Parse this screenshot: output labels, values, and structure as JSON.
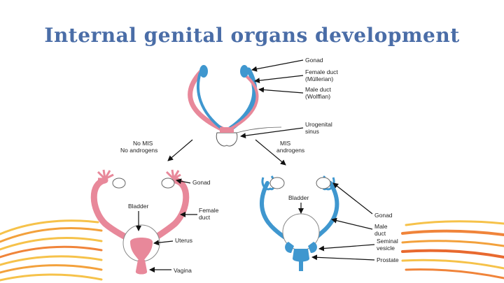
{
  "title": "Internal genital organs development",
  "colors": {
    "female": "#e8889a",
    "male": "#3f97cf",
    "title": "#4a6da7",
    "label": "#222222"
  },
  "top_labels": {
    "gonad": "Gonad",
    "female_duct_1": "Female duct",
    "female_duct_2": "(Müllerian)",
    "male_duct_1": "Male duct",
    "male_duct_2": "(Wolffian)",
    "uro_1": "Urogenital",
    "uro_2": "sinus"
  },
  "branch_labels": {
    "female_1": "No MIS",
    "female_2": "No androgens",
    "male_1": "MIS",
    "male_2": "androgens"
  },
  "female_labels": {
    "gonad": "Gonad",
    "bladder": "Bladder",
    "duct_1": "Female",
    "duct_2": "duct",
    "uterus": "Uterus",
    "vagina": "Vagina"
  },
  "male_labels": {
    "bladder": "Bladder",
    "gonad": "Gonad",
    "duct_1": "Male",
    "duct_2": "duct",
    "seminal_1": "Seminal",
    "seminal_2": "vesicle",
    "prostate": "Prostate"
  }
}
